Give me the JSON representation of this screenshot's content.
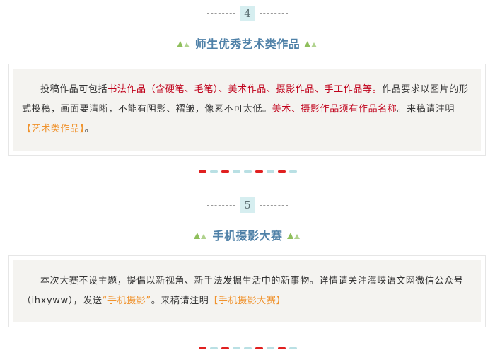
{
  "sections": [
    {
      "number": "4",
      "title": "师生优秀艺术类作品",
      "content": {
        "p1": "投稿作品可包括",
        "r1": "书法作品（含硬笔、毛笔）、美术作品、摄影作品、手工作品等。",
        "p2": "作品要求以图片的形式投稿，画面要清晰，不能有阴影、褶皱，像素不可太低。",
        "r2": "美术、摄影作品须有作品名称",
        "p3": "。来稿请注明",
        "o1": "【艺术类作品】",
        "p4": "。"
      }
    },
    {
      "number": "5",
      "title": "手机摄影大赛",
      "content": {
        "p1": "本次大赛不设主题，提倡以新视角、新手法发掘生活中的新事物。详情请关注海峡语文网微信公众号（ihxyww），发送",
        "o1": "“手机摄影”",
        "p2": "。来稿请注明",
        "o2": "【手机摄影大赛】"
      }
    }
  ],
  "colors": {
    "title_blue": "#4f81a8",
    "highlight_red": "#c0001a",
    "highlight_orange": "#f0922c",
    "number_box_bg": "#d6eef0",
    "triangle_green": "#8fbf5c",
    "card_bg": "#f4f3f0",
    "divider_red": "#e02020",
    "divider_blue": "#b9e0e4"
  },
  "icons": [
    "triangle-decoration-icon"
  ]
}
